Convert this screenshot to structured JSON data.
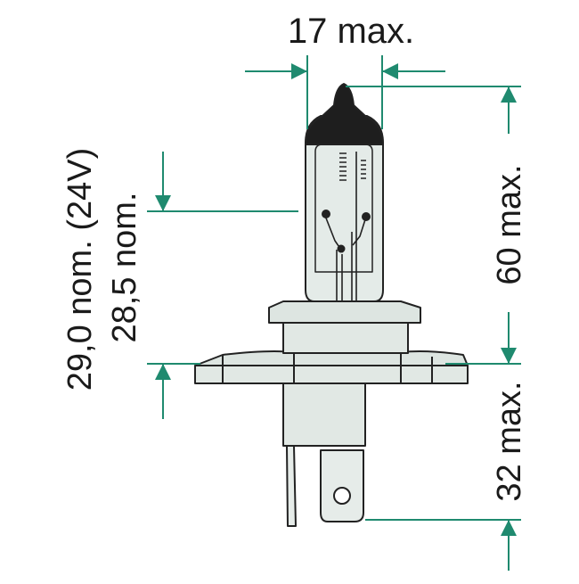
{
  "dimensions": {
    "width_label": "17 max.",
    "height_label": "60 max.",
    "base_label": "32 max.",
    "lcl_24v_label": "29,0 nom. (24V)",
    "lcl_label": "28,5 nom."
  },
  "colors": {
    "dimension_line": "#1f8a6f",
    "outline": "#222222",
    "bulb_fill": "#e1e8e4",
    "tip_fill": "#1e1e1e",
    "background": "#ffffff"
  }
}
